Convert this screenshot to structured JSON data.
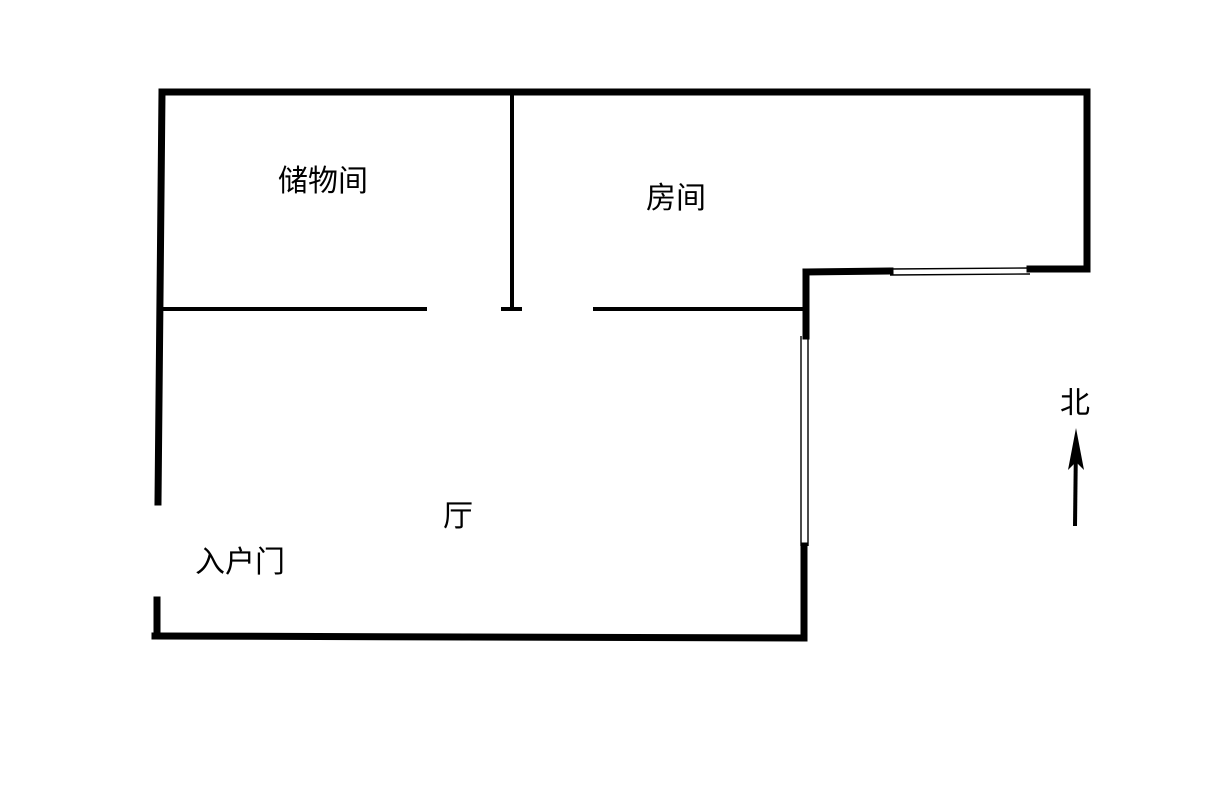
{
  "plan": {
    "rooms": {
      "storage": "储物间",
      "bedroom": "房间",
      "living": "厅",
      "entrance": "入户门"
    },
    "compass": {
      "label": "北"
    }
  }
}
